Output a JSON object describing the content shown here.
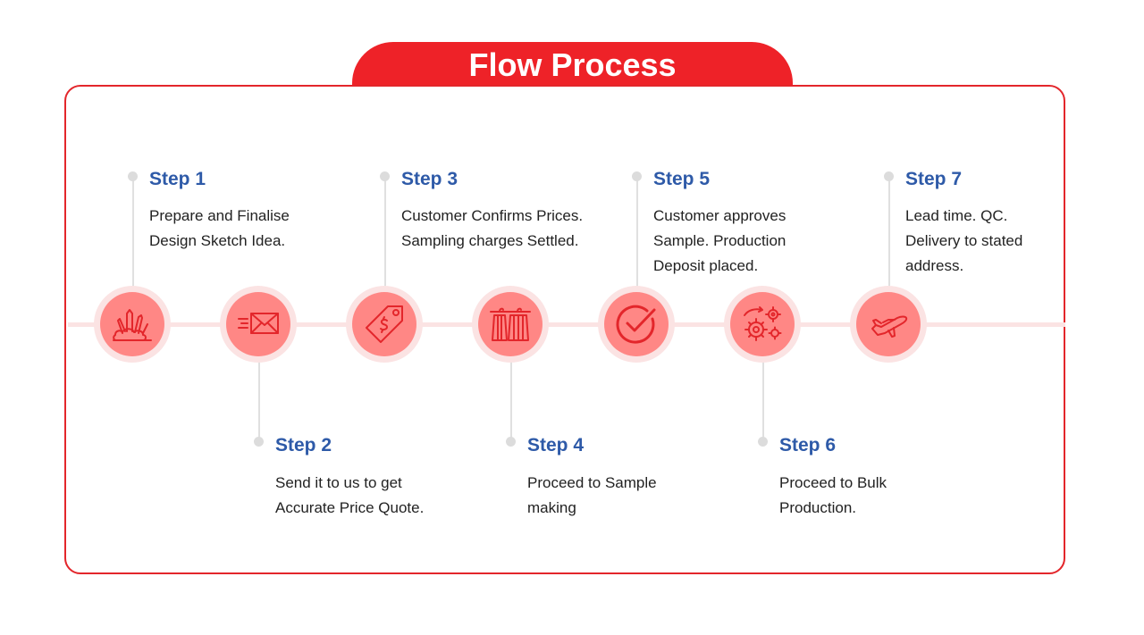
{
  "header": {
    "title": "Flow Process"
  },
  "steps": [
    {
      "label": "Step 1",
      "description": "Prepare and Finalise\nDesign Sketch Idea.",
      "icon": "design-tools-icon"
    },
    {
      "label": "Step 2",
      "description": "Send it to us to get\nAccurate Price Quote.",
      "icon": "envelope-icon"
    },
    {
      "label": "Step 3",
      "description": "Customer Confirms Prices.\nSampling charges Settled.",
      "icon": "price-tag-icon"
    },
    {
      "label": "Step 4",
      "description": "Proceed to Sample\nmaking",
      "icon": "clothes-rack-icon"
    },
    {
      "label": "Step 5",
      "description": "Customer approves\nSample. Production\nDeposit placed.",
      "icon": "checkmark-icon"
    },
    {
      "label": "Step 6",
      "description": "Proceed to Bulk\nProduction.",
      "icon": "gears-icon"
    },
    {
      "label": "Step 7",
      "description": "Lead time. QC.\nDelivery to stated\naddress.",
      "icon": "airplane-icon"
    }
  ],
  "colors": {
    "accent": "#ee2228",
    "node": "#ff8785",
    "node_halo": "#fbe3e3",
    "step_label": "#2e5aa8",
    "icon_stroke": "#e3262b"
  }
}
